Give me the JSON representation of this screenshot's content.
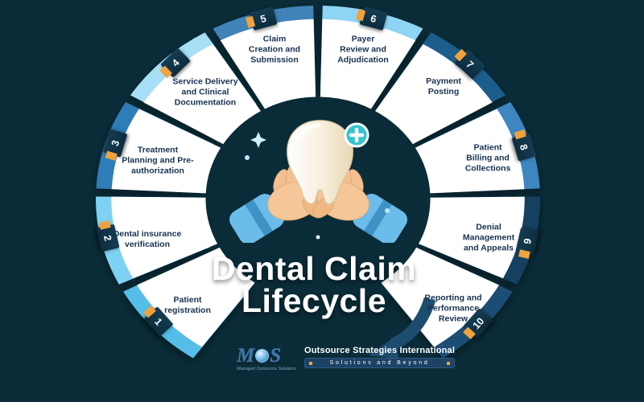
{
  "title": {
    "line1": "Dental Claim",
    "line2": "Lifecycle"
  },
  "steps": [
    {
      "num": "1",
      "label": "Patient registration",
      "color": "#55bde8"
    },
    {
      "num": "2",
      "label": "Dental insurance verification",
      "color": "#7fd1f3"
    },
    {
      "num": "3",
      "label": "Treatment Planning and Pre-authorization",
      "color": "#2e7cb8"
    },
    {
      "num": "4",
      "label": "Service Delivery and Clinical Documentation",
      "color": "#a7e0f6"
    },
    {
      "num": "5",
      "label": "Claim Creation and Submission",
      "color": "#3f83b8"
    },
    {
      "num": "6",
      "label": "Payer Review and Adjudication",
      "color": "#8ed4f4"
    },
    {
      "num": "7",
      "label": "Payment Posting",
      "color": "#1f5d8c"
    },
    {
      "num": "8",
      "label": "Patient Billing and Collections",
      "color": "#3c86c0"
    },
    {
      "num": "9",
      "label": "Denial Management and Appeals",
      "color": "#173f5f"
    },
    {
      "num": "10",
      "label": "Reporting and Performance Review",
      "color": "#1d4e74"
    }
  ],
  "footer": {
    "logo_m": "M",
    "logo_s": "S",
    "logo_sub": "Managed Outsource Solutions",
    "company": "Outsource Strategies International",
    "tagline": "Solutions and Beyond"
  },
  "colors": {
    "background": "#0a2c38",
    "card": "#ffffff",
    "step_text": "#16324f",
    "badge_bg": "#0d2c3e",
    "badge_accent": "#f0a23c",
    "title_text": "#ffffff",
    "arrow": "#1d4d6e"
  }
}
